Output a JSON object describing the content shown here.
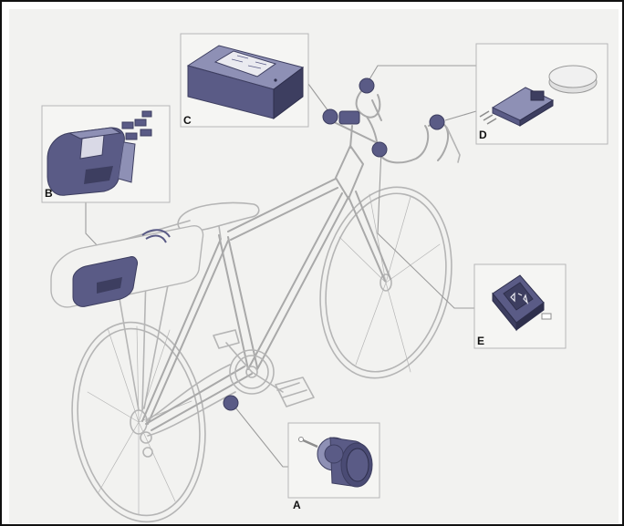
{
  "diagram": {
    "callouts": [
      {
        "id": "A",
        "label": "A",
        "component": "hub-dynamo"
      },
      {
        "id": "B",
        "label": "B",
        "component": "battery-pack"
      },
      {
        "id": "C",
        "label": "C",
        "component": "control-unit"
      },
      {
        "id": "D",
        "label": "D",
        "component": "brake-sensor-and-magnet"
      },
      {
        "id": "E",
        "label": "E",
        "component": "rocker-switch"
      }
    ],
    "colors": {
      "background": "#f2f2f0",
      "line_art": "#b5b5b5",
      "frame_outline": "#9a9a9a",
      "highlight": "#5a5b86",
      "highlight_dark": "#3d3e60",
      "highlight_light": "#8e90b5",
      "leader": "#9c9c9c",
      "border": "#111111"
    }
  }
}
